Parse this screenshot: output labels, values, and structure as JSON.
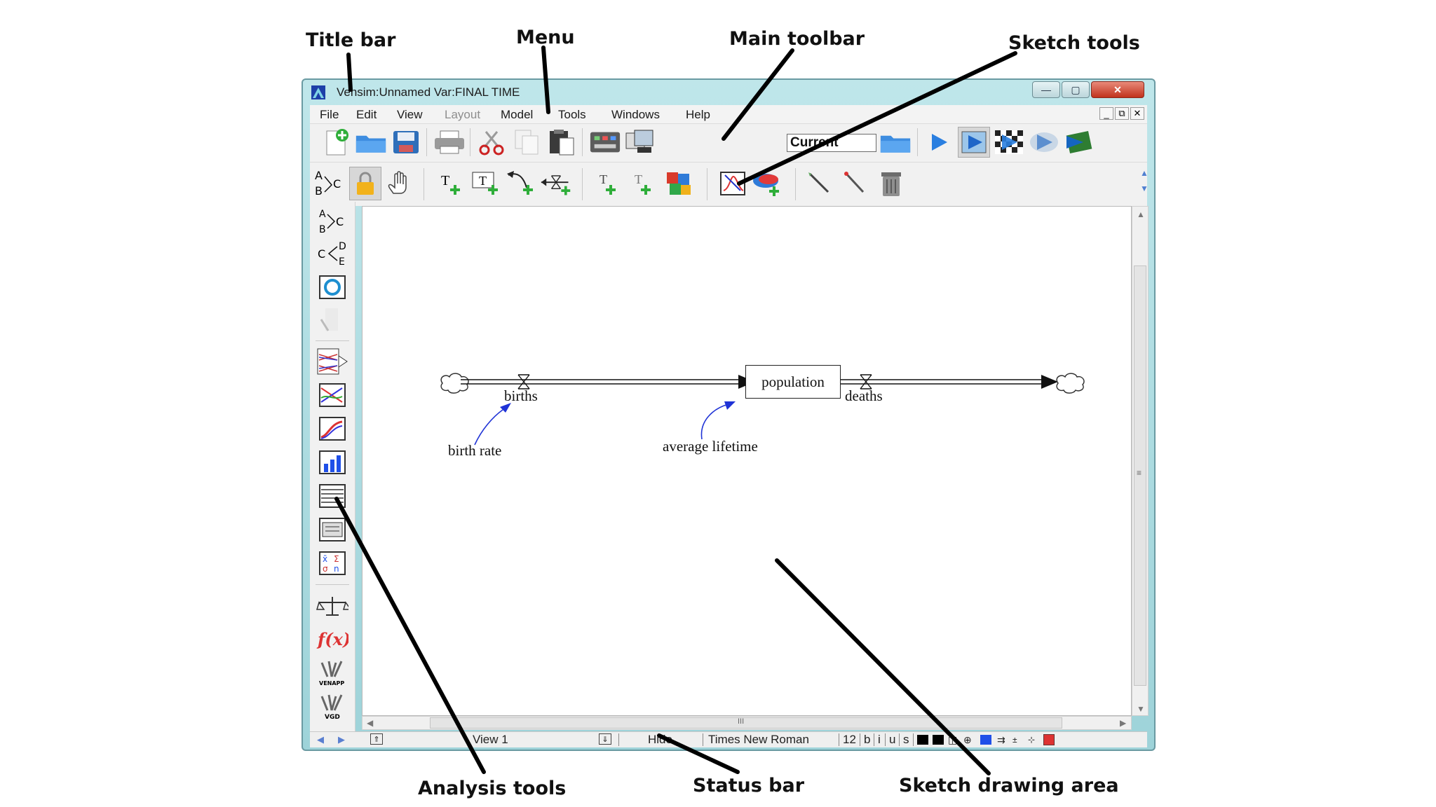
{
  "callouts": {
    "title_bar": "Title bar",
    "menu": "Menu",
    "main_toolbar": "Main toolbar",
    "sketch_tools": "Sketch tools",
    "analysis_tools": "Analysis tools",
    "status_bar": "Status bar",
    "sketch_drawing_area": "Sketch drawing area"
  },
  "window": {
    "title": "Vensim:Unnamed Var:FINAL TIME",
    "controls": {
      "minimize": "—",
      "maximize": "▢",
      "close": "✕"
    }
  },
  "menu": {
    "items": [
      "File",
      "Edit",
      "View",
      "Layout",
      "Model",
      "Tools",
      "Windows",
      "Help"
    ],
    "disabled": [
      "Layout"
    ],
    "mdi_controls": [
      "_",
      "⧉",
      "✕"
    ]
  },
  "main_toolbar": {
    "run_name": "Current",
    "icons": [
      "new-model-icon",
      "open-model-icon",
      "save-icon",
      "print-icon",
      "cut-icon",
      "copy-icon",
      "paste-icon",
      "control-panel-icon",
      "output-window-icon",
      "open-run-icon",
      "simulate-icon",
      "synthesim-icon",
      "gaming-icon",
      "reality-check-icon",
      "sensitivity-icon"
    ]
  },
  "sketch_tools": {
    "icons": [
      "abc-label-icon",
      "lock-icon",
      "hand-move-icon",
      "variable-tool-icon",
      "box-variable-tool-icon",
      "arrow-tool-icon",
      "rate-tool-icon",
      "shadow-variable-tool-icon",
      "input-output-tool-icon",
      "model-view-tool-icon",
      "sketch-comment-icon",
      "unhide-wand-icon",
      "hide-wand-icon",
      "delete-trash-icon"
    ]
  },
  "analysis_tools": {
    "icons": [
      "causes-tree-icon",
      "uses-tree-icon",
      "loops-icon",
      "document-icon",
      "causes-strip-icon",
      "graph-icon",
      "runs-compare-icon",
      "bar-graph-icon",
      "table-icon",
      "table-time-down-icon",
      "statistics-icon",
      "balance-scale-icon",
      "function-icon",
      "venapp-icon",
      "vgd-icon"
    ]
  },
  "sketch": {
    "stock": "population",
    "inflow": "births",
    "outflow": "deaths",
    "aux1": "birth rate",
    "aux2": "average lifetime",
    "link_color": "#1f33d6"
  },
  "status": {
    "view": "View 1",
    "hide": "Hide",
    "font": "Times New Roman",
    "size": "12",
    "bold": "b",
    "italic": "i",
    "underline": "u",
    "strike": "s",
    "colors": [
      "#000000",
      "#1f4fe8"
    ]
  },
  "hscroll_marker": "III",
  "vscroll_marker": "≡"
}
